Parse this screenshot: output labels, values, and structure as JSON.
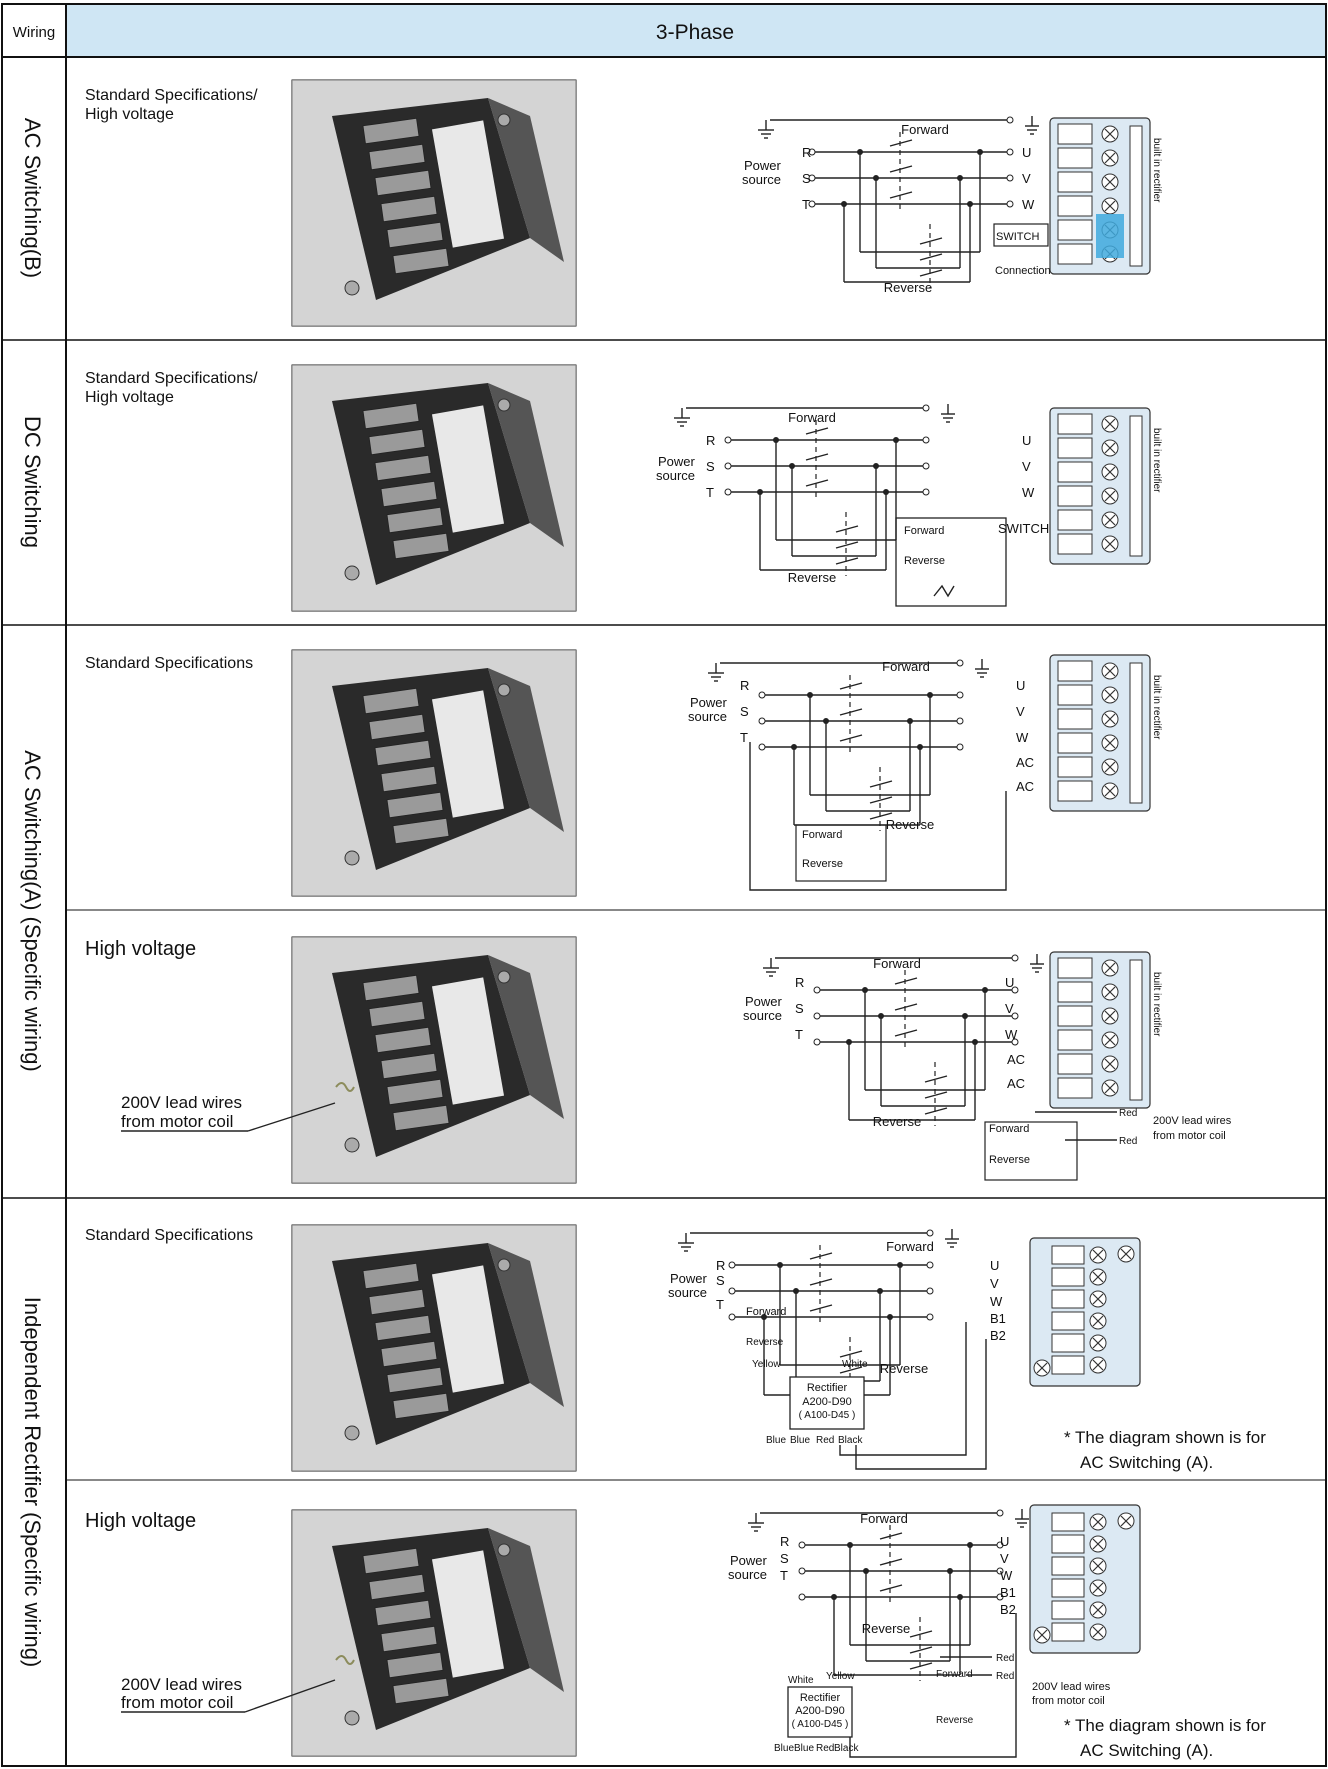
{
  "header": {
    "wiring": "Wiring",
    "phase": "3-Phase"
  },
  "colors": {
    "header_bg": "#cfe6f4",
    "terminal_bg": "#dce9f3",
    "plate_blue": "#3fa9dd",
    "photo_bg": "#d9d9d9"
  },
  "rows": [
    {
      "label": "AC Switching(B)"
    },
    {
      "label": "DC Switching"
    },
    {
      "label": "AC Switching(A) (Specific wiring)"
    },
    {
      "label": "Independent Rectifier (Specific wiring)"
    }
  ],
  "panels": [
    {
      "caption": "Standard Specifications/\nHigh voltage"
    },
    {
      "caption": "Standard Specifications/\nHigh voltage"
    },
    {
      "caption": "Standard Specifications"
    },
    {
      "caption": "High voltage",
      "lead_note": "200V lead wires\nfrom motor coil"
    },
    {
      "caption": "Standard Specifications",
      "footnote": "* The diagram shown is for\n  AC Switching (A)."
    },
    {
      "caption": "High voltage",
      "lead_note": "200V lead wires\nfrom motor coil",
      "footnote": "* The diagram shown is for\n  AC Switching (A)."
    }
  ],
  "labels": {
    "forward": "Forward",
    "reverse": "Reverse",
    "power": "Power",
    "source": "source",
    "R": "R",
    "S": "S",
    "T": "T",
    "U": "U",
    "V": "V",
    "W": "W",
    "AC": "AC",
    "B1": "B1",
    "B2": "B2",
    "switch": "SWITCH",
    "connection_plate": "Connection Plate",
    "built_in_rectifier": "built in rectifier",
    "red": "Red",
    "white": "White",
    "yellow": "Yellow",
    "blue": "Blue",
    "black": "Black",
    "rectifier": "Rectifier",
    "rectifier_model": "A200-D90",
    "rectifier_model_alt": "( A100-D45 )",
    "lead_wires_1": "200V lead wires",
    "lead_wires_2": "from motor coil",
    "footnote_1": "* The diagram shown is for",
    "footnote_2": "AC Switching (A)."
  }
}
